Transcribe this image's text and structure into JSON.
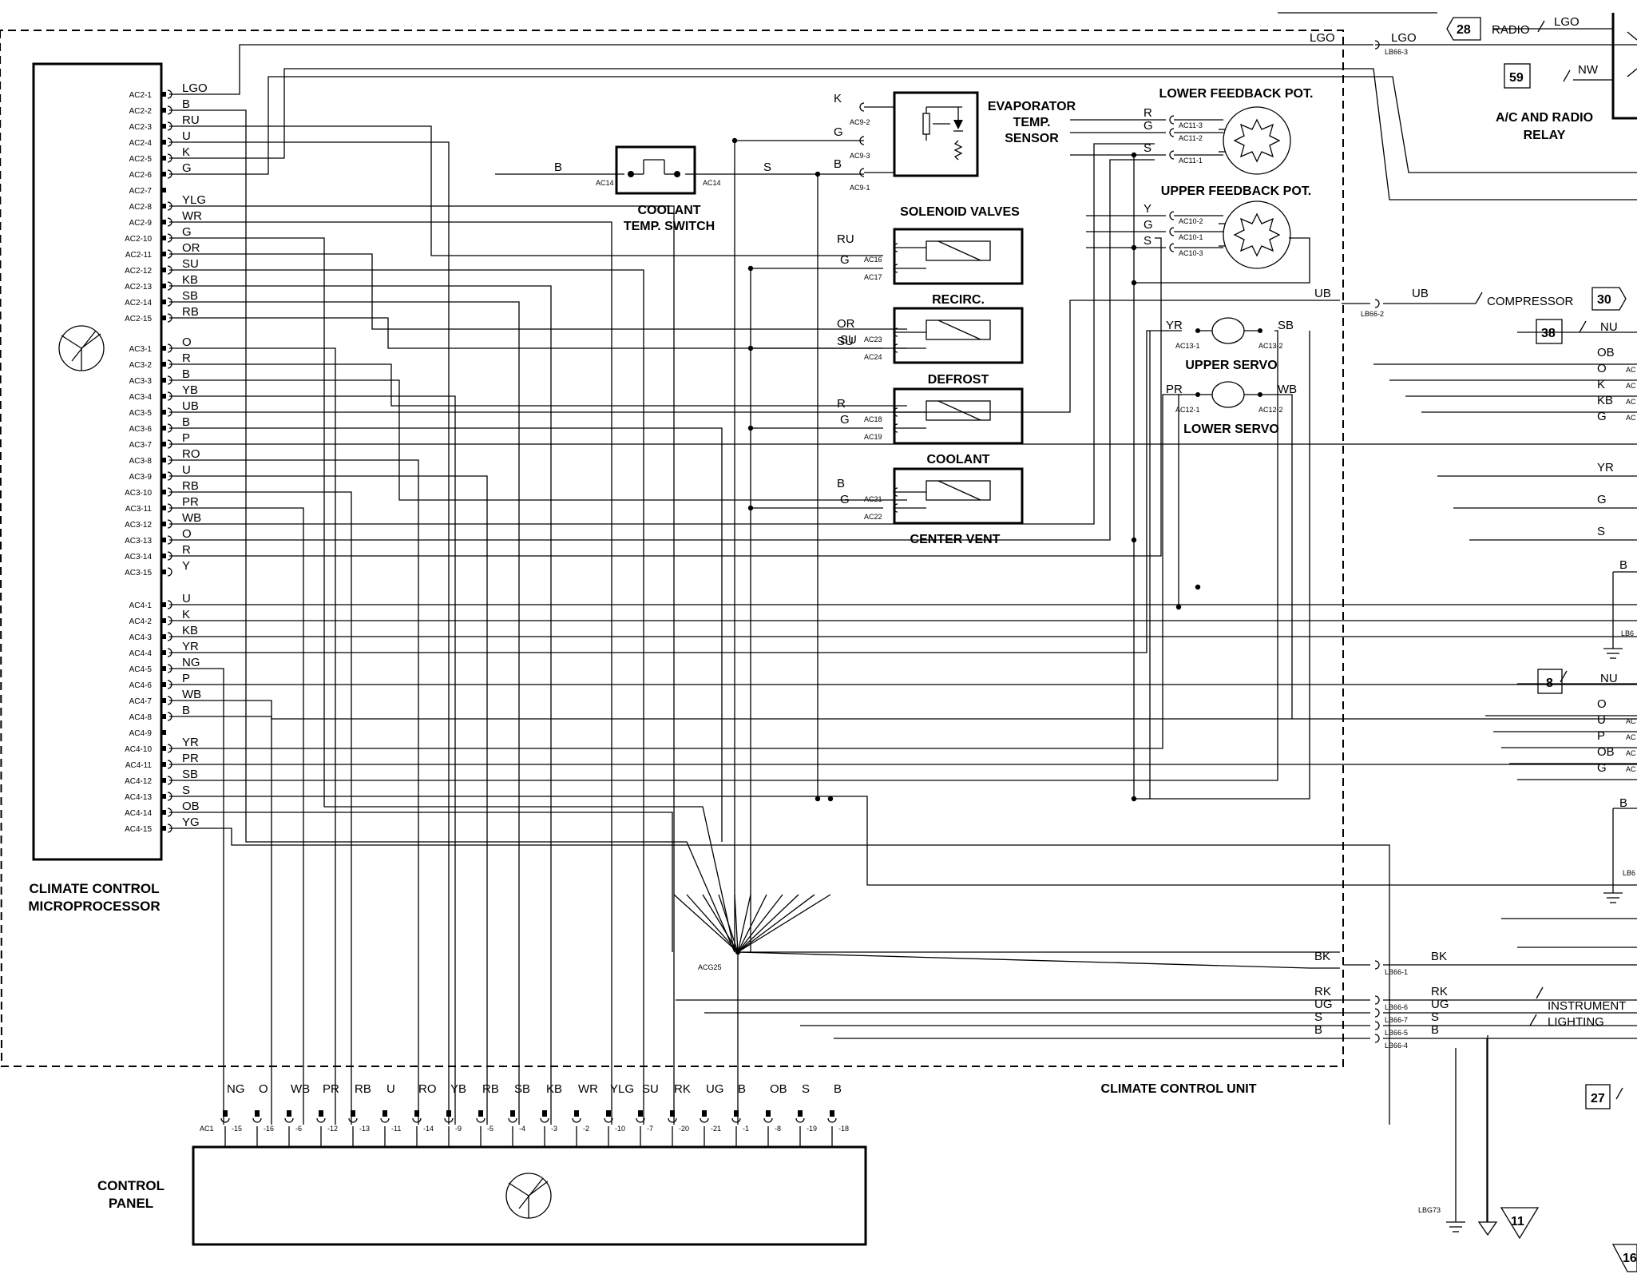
{
  "microprocessor": {
    "title_line1": "CLIMATE CONTROL",
    "title_line2": "MICROPROCESSOR",
    "pins_ac2": [
      {
        "pin": "AC2-1",
        "wire": "LGO"
      },
      {
        "pin": "AC2-2",
        "wire": "B"
      },
      {
        "pin": "AC2-3",
        "wire": "RU"
      },
      {
        "pin": "AC2-4",
        "wire": "U"
      },
      {
        "pin": "AC2-5",
        "wire": "K"
      },
      {
        "pin": "AC2-6",
        "wire": "G"
      },
      {
        "pin": "AC2-7",
        "wire": ""
      },
      {
        "pin": "AC2-8",
        "wire": "YLG"
      },
      {
        "pin": "AC2-9",
        "wire": "WR"
      },
      {
        "pin": "AC2-10",
        "wire": "G"
      },
      {
        "pin": "AC2-11",
        "wire": "OR"
      },
      {
        "pin": "AC2-12",
        "wire": "SU"
      },
      {
        "pin": "AC2-13",
        "wire": "KB"
      },
      {
        "pin": "AC2-14",
        "wire": "SB"
      },
      {
        "pin": "AC2-15",
        "wire": "RB"
      }
    ],
    "pins_ac3": [
      {
        "pin": "AC3-1",
        "wire": "O"
      },
      {
        "pin": "AC3-2",
        "wire": "R"
      },
      {
        "pin": "AC3-3",
        "wire": "B"
      },
      {
        "pin": "AC3-4",
        "wire": "YB"
      },
      {
        "pin": "AC3-5",
        "wire": "UB"
      },
      {
        "pin": "AC3-6",
        "wire": "B"
      },
      {
        "pin": "AC3-7",
        "wire": "P"
      },
      {
        "pin": "AC3-8",
        "wire": "RO"
      },
      {
        "pin": "AC3-9",
        "wire": "U"
      },
      {
        "pin": "AC3-10",
        "wire": "RB"
      },
      {
        "pin": "AC3-11",
        "wire": "PR"
      },
      {
        "pin": "AC3-12",
        "wire": "WB"
      },
      {
        "pin": "AC3-13",
        "wire": "O"
      },
      {
        "pin": "AC3-14",
        "wire": "R"
      },
      {
        "pin": "AC3-15",
        "wire": "Y"
      }
    ],
    "pins_ac4": [
      {
        "pin": "AC4-1",
        "wire": "U"
      },
      {
        "pin": "AC4-2",
        "wire": "K"
      },
      {
        "pin": "AC4-3",
        "wire": "KB"
      },
      {
        "pin": "AC4-4",
        "wire": "YR"
      },
      {
        "pin": "AC4-5",
        "wire": "NG"
      },
      {
        "pin": "AC4-6",
        "wire": "P"
      },
      {
        "pin": "AC4-7",
        "wire": "WB"
      },
      {
        "pin": "AC4-8",
        "wire": "B"
      },
      {
        "pin": "AC4-9",
        "wire": ""
      },
      {
        "pin": "AC4-10",
        "wire": "YR"
      },
      {
        "pin": "AC4-11",
        "wire": "PR"
      },
      {
        "pin": "AC4-12",
        "wire": "SB"
      },
      {
        "pin": "AC4-13",
        "wire": "S"
      },
      {
        "pin": "AC4-14",
        "wire": "OB"
      },
      {
        "pin": "AC4-15",
        "wire": "YG"
      }
    ]
  },
  "coolant_switch": {
    "line1": "COOLANT",
    "line2": "TEMP. SWITCH",
    "conn_left": "AC14",
    "conn_right": "AC14",
    "wire_left": "B",
    "wire_right": "S"
  },
  "evaporator": {
    "line1": "EVAPORATOR",
    "line2": "TEMP.",
    "line3": "SENSOR",
    "pins": [
      {
        "pin": "AC9-2",
        "wire": "K"
      },
      {
        "pin": "AC9-3",
        "wire": "G"
      },
      {
        "pin": "AC9-1",
        "wire": "B"
      }
    ]
  },
  "solenoids": {
    "heading": "SOLENOID VALVES",
    "valves": [
      {
        "name": "RECIRC.",
        "top_wire": "RU",
        "bot_wire": "G",
        "conn_a": "AC16",
        "conn_b": "AC17"
      },
      {
        "name": "DEFROST",
        "top_wire": "OR",
        "mid_wire": "SU",
        "bot_wire": "SU",
        "conn_a": "AC23",
        "conn_b": "AC24"
      },
      {
        "name": "COOLANT",
        "top_wire": "R",
        "bot_wire": "G",
        "conn_a": "AC18",
        "conn_b": "AC19"
      },
      {
        "name": "CENTER VENT",
        "top_wire": "B",
        "bot_wire": "G",
        "conn_a": "AC21",
        "conn_b": "AC22"
      }
    ]
  },
  "feedback": {
    "lower_title": "LOWER FEEDBACK POT.",
    "lower_pins": [
      {
        "pin": "AC11-3",
        "wire": "R"
      },
      {
        "pin": "AC11-2",
        "wire": "G"
      },
      {
        "pin": "AC11-1",
        "wire": "S"
      }
    ],
    "upper_title": "UPPER FEEDBACK POT.",
    "upper_pins": [
      {
        "pin": "AC10-2",
        "wire": "Y"
      },
      {
        "pin": "AC10-1",
        "wire": "G"
      },
      {
        "pin": "AC10-3",
        "wire": "S"
      }
    ]
  },
  "servos": {
    "upper_title": "UPPER SERVO",
    "upper_left_wire": "YR",
    "upper_right_wire": "SB",
    "upper_left_pin": "AC13-1",
    "upper_right_pin": "AC13-2",
    "lower_title": "LOWER SERVO",
    "lower_left_wire": "PR",
    "lower_right_wire": "WB",
    "lower_left_pin": "AC12-1",
    "lower_right_pin": "AC12-2"
  },
  "unit_label": "CLIMATE CONTROL UNIT",
  "ground_node": "ACG25",
  "control_panel": {
    "title_line1": "CONTROL",
    "title_line2": "PANEL",
    "conn": "AC1",
    "pins": [
      {
        "wire": "NG",
        "pin": "-15"
      },
      {
        "wire": "O",
        "pin": "-16"
      },
      {
        "wire": "WB",
        "pin": "-6"
      },
      {
        "wire": "PR",
        "pin": "-12"
      },
      {
        "wire": "RB",
        "pin": "-13"
      },
      {
        "wire": "U",
        "pin": "-11"
      },
      {
        "wire": "RO",
        "pin": "-14"
      },
      {
        "wire": "YB",
        "pin": "-9"
      },
      {
        "wire": "RB",
        "pin": "-5"
      },
      {
        "wire": "SB",
        "pin": "-4"
      },
      {
        "wire": "KB",
        "pin": "-3"
      },
      {
        "wire": "WR",
        "pin": "-2"
      },
      {
        "wire": "YLG",
        "pin": "-10"
      },
      {
        "wire": "SU",
        "pin": "-7"
      },
      {
        "wire": "RK",
        "pin": "-20"
      },
      {
        "wire": "UG",
        "pin": "-21"
      },
      {
        "wire": "B",
        "pin": "-1"
      },
      {
        "wire": "OB",
        "pin": "-8"
      },
      {
        "wire": "S",
        "pin": "-19"
      },
      {
        "wire": "B",
        "pin": "-18"
      }
    ]
  },
  "right_side": {
    "lgo_in": "LGO",
    "lgo_out": "LGO",
    "lgo_conn": "LB66-3",
    "radio_ref": "28",
    "radio_label": "RADIO",
    "radio_wire": "LGO",
    "relay_ref": "59",
    "relay_wire": "NW",
    "relay_line1": "A/C AND RADIO",
    "relay_line2": "RELAY",
    "ub_in": "UB",
    "ub_out": "UB",
    "ub_conn": "LB66-2",
    "compressor": "COMPRESSOR",
    "compressor_ref": "30",
    "ref38": "38",
    "ref38_wire": "NU",
    "group1_wires": [
      {
        "wire": "OB",
        "conn": ""
      },
      {
        "wire": "O",
        "conn": "AC"
      },
      {
        "wire": "K",
        "conn": "AC"
      },
      {
        "wire": "KB",
        "conn": "AC"
      },
      {
        "wire": "G",
        "conn": "AC"
      }
    ],
    "yr": "YR",
    "g": "G",
    "s": "S",
    "b1": "B",
    "lb1": "LB6",
    "ref8": "8",
    "ref8_wire": "NU",
    "group2_wires": [
      {
        "wire": "O",
        "conn": ""
      },
      {
        "wire": "U",
        "conn": "AC"
      },
      {
        "wire": "P",
        "conn": "AC"
      },
      {
        "wire": "OB",
        "conn": "AC"
      },
      {
        "wire": "G",
        "conn": "AC"
      }
    ],
    "b2": "B",
    "lb2": "LB6",
    "lighting": [
      {
        "in": "BK",
        "out": "BK",
        "conn": "LB66-1"
      },
      {
        "in": "RK",
        "out": "RK",
        "conn": "LB66-6"
      },
      {
        "in": "UG",
        "out": "UG",
        "conn": "LB66-7"
      },
      {
        "in": "S",
        "out": "S",
        "conn": "LB66-5"
      },
      {
        "in": "B",
        "out": "B",
        "conn": "LB66-4"
      }
    ],
    "instrument_line1": "INSTRUMENT",
    "instrument_line2": "LIGHTING",
    "ref27": "27",
    "ground_conn": "LBG73",
    "ref11": "11",
    "ref16": "16"
  }
}
